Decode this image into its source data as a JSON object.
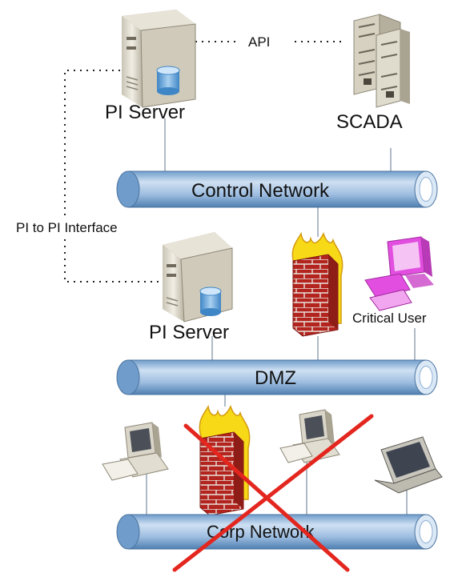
{
  "top_server_label": "PI Server",
  "scada_label": "SCADA",
  "api_label": "API",
  "pi_to_pi_label": "PI to PI Interface",
  "control_network_label": "Control Network",
  "dmz_server_label": "PI Server",
  "critical_user_label": "Critical User",
  "dmz_label": "DMZ",
  "corp_network_label": "Corp Network",
  "colors": {
    "pipe_body": "#aec8e6",
    "pipe_dark": "#4f7fb0",
    "firewall_brick": "#b3241f",
    "flame": "#f7d917",
    "cross": "#e3261e",
    "critical_pc": "#e24fe0"
  }
}
